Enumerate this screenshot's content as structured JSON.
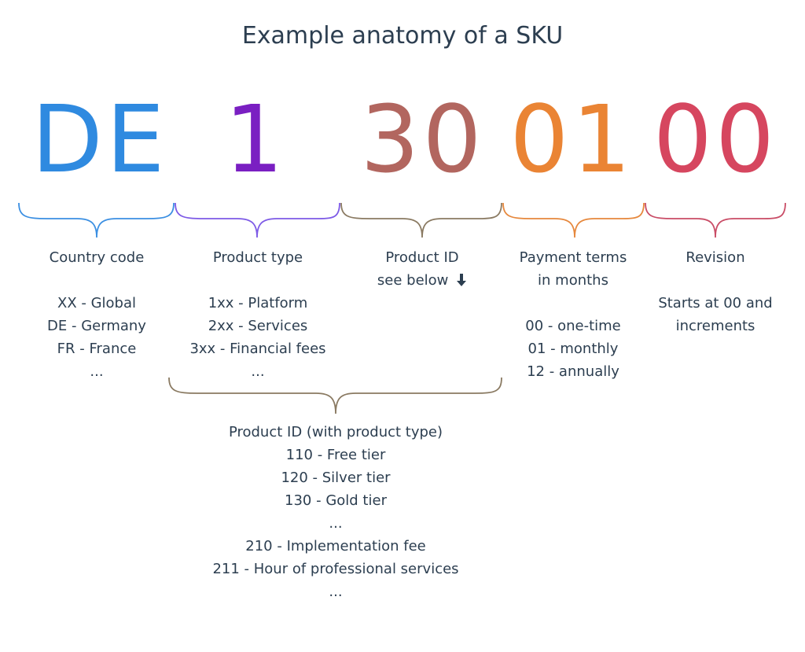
{
  "title": "Example anatomy of a SKU",
  "segments": [
    {
      "code": "DE",
      "color": "#2f8ae0"
    },
    {
      "code": "1",
      "color": "#7a1fc2"
    },
    {
      "code": "30",
      "color": "#b2665f"
    },
    {
      "code": "01",
      "color": "#ea8434"
    },
    {
      "code": "00",
      "color": "#d6465f"
    }
  ],
  "brace_colors": {
    "country": "#3b8fe2",
    "type": "#7d5ae6",
    "product_id": "#8a7a62",
    "payment": "#e6883d",
    "revision": "#c94c66",
    "combined": "#8a7a62"
  },
  "country": {
    "heading": "Country code",
    "items": [
      "XX - Global",
      "DE - Germany",
      "FR - France",
      "..."
    ]
  },
  "product_type": {
    "heading": "Product type",
    "items": [
      "1xx - Platform",
      "2xx - Services",
      "3xx - Financial fees",
      "..."
    ]
  },
  "product_id": {
    "heading": "Product ID",
    "subheading": "see below",
    "arrow_icon": "arrow-down-icon"
  },
  "payment": {
    "heading_line1": "Payment terms",
    "heading_line2": "in months",
    "items": [
      "00 - one-time",
      "01 - monthly",
      "12 - annually"
    ]
  },
  "revision": {
    "heading": "Revision",
    "desc_line1": "Starts at 00 and",
    "desc_line2": "increments"
  },
  "product_id_list": {
    "heading": "Product ID (with product type)",
    "items": [
      "110 - Free tier",
      "120 - Silver tier",
      "130 - Gold tier",
      "...",
      "210 - Implementation fee",
      "211 - Hour of professional services",
      "..."
    ]
  }
}
